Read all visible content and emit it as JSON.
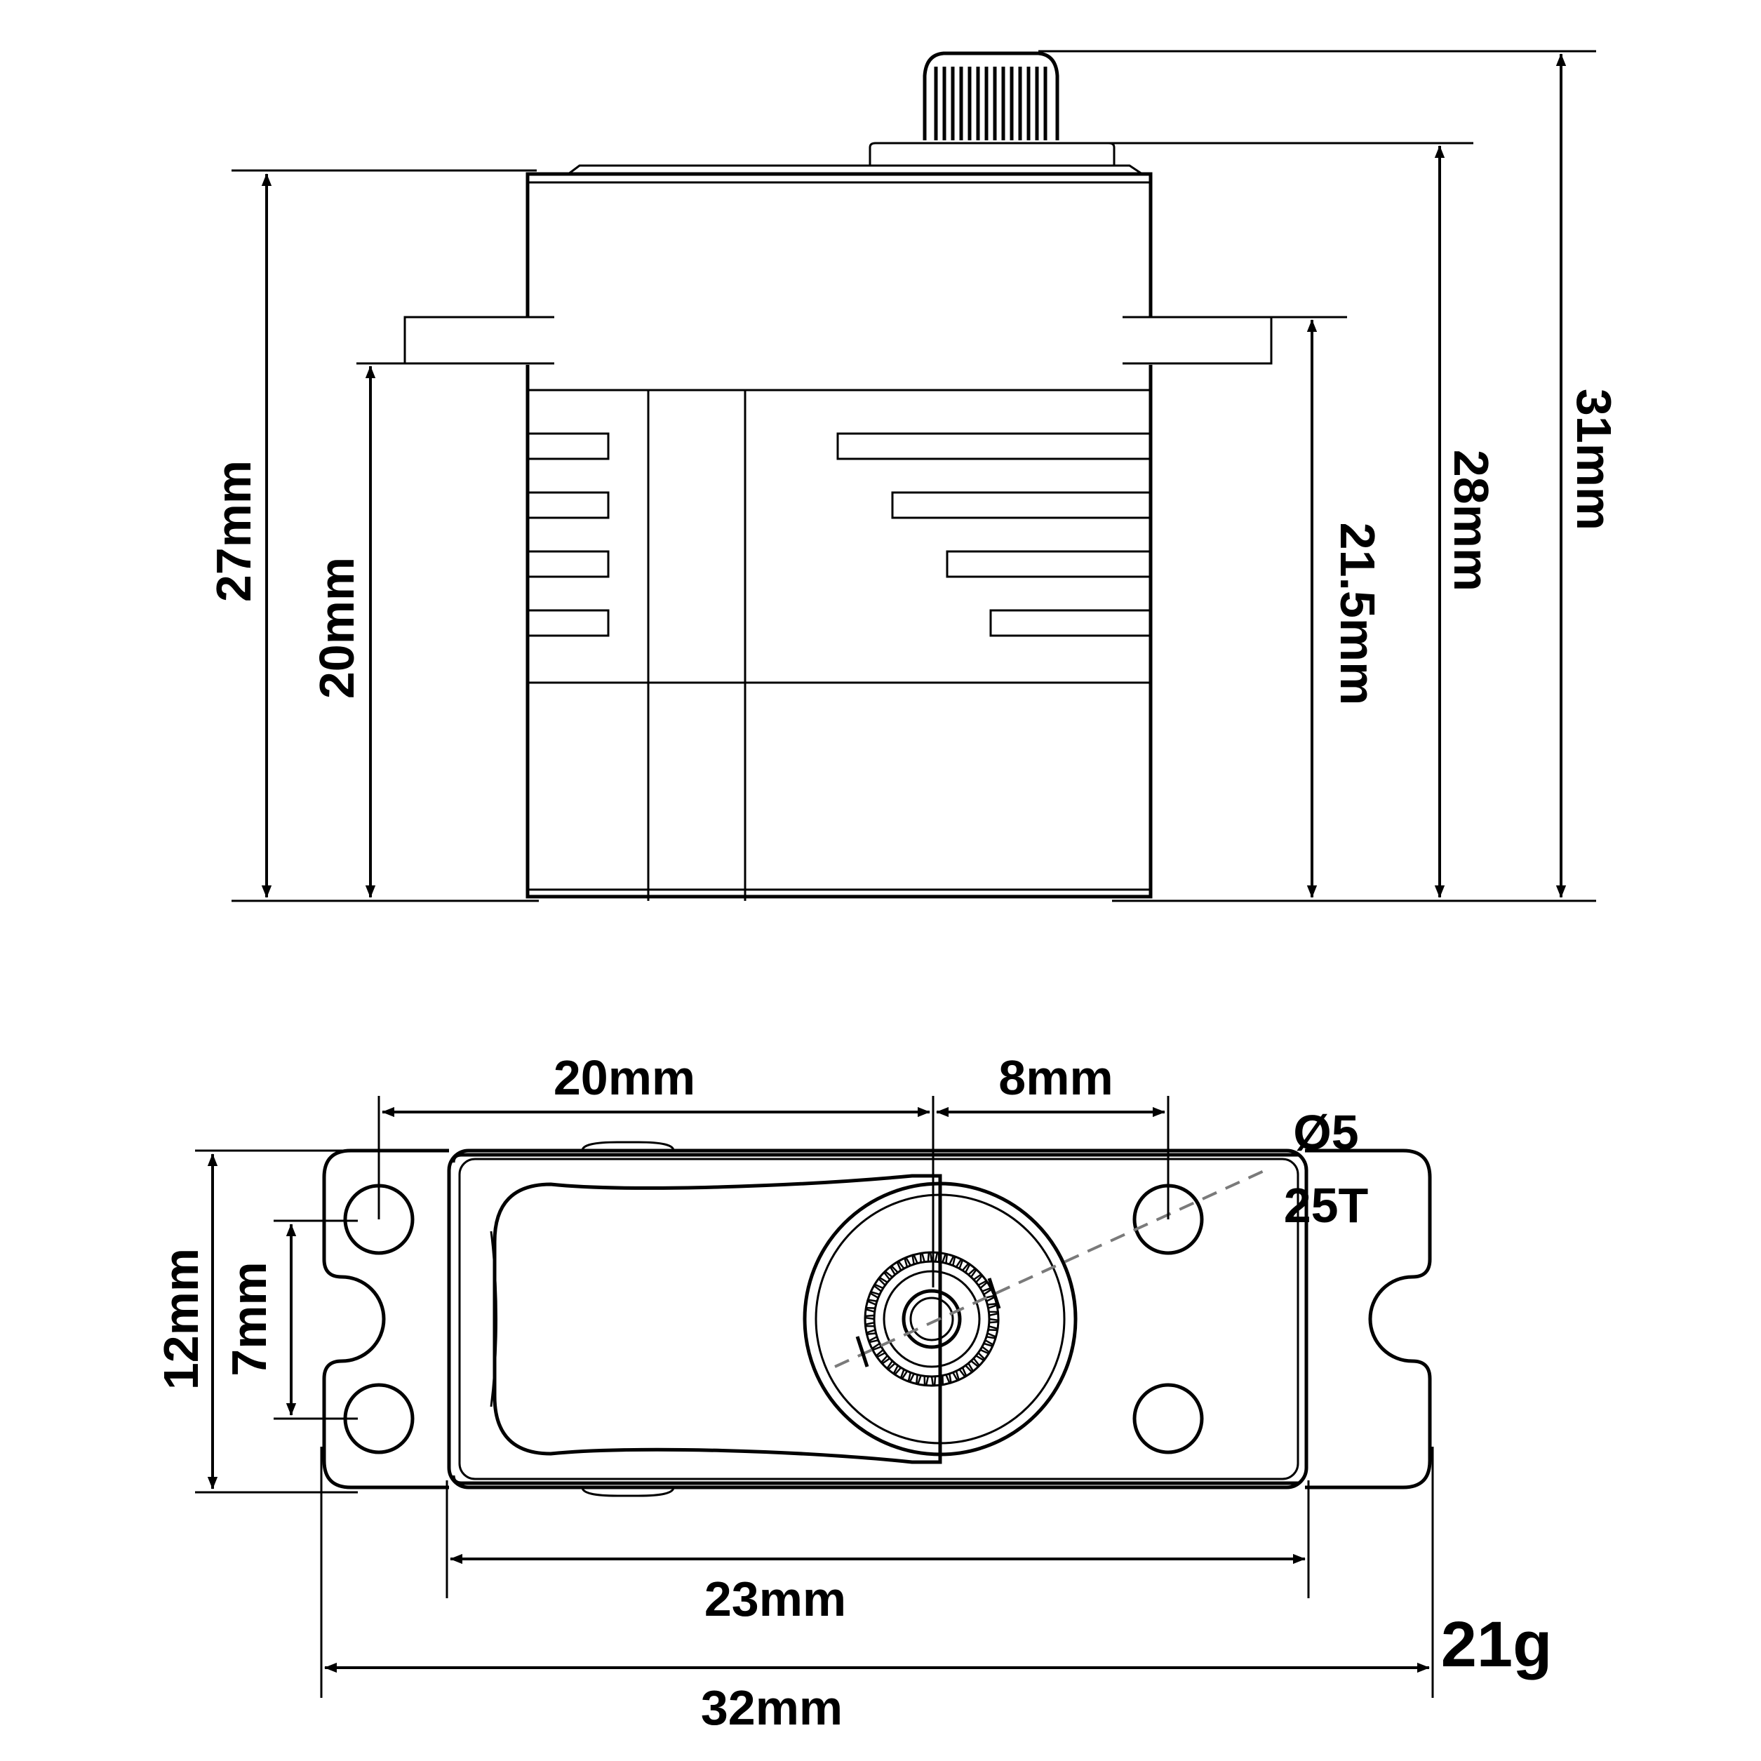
{
  "side_view": {
    "dim_27": "27mm",
    "dim_20": "20mm",
    "dim_21_5": "21.5mm",
    "dim_28": "28mm",
    "dim_31": "31mm"
  },
  "top_view": {
    "dim_20": "20mm",
    "dim_8": "8mm",
    "dim_12": "12mm",
    "dim_7": "7mm",
    "dim_23": "23mm",
    "dim_32": "32mm",
    "spline_diameter": "Ø5",
    "spline_teeth": "25T"
  },
  "weight": "21g"
}
